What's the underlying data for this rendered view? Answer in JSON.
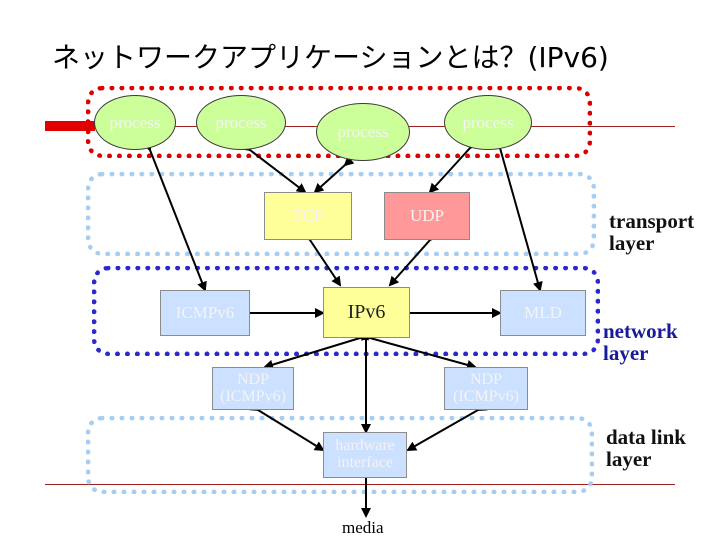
{
  "title": "ネットワークアプリケーションとは？(IPv6)",
  "processes": [
    "process",
    "process",
    "process",
    "process"
  ],
  "transport": {
    "tcp": "TCP",
    "udp": "UDP"
  },
  "network": {
    "icmpv6": "ICMPv6",
    "ipv6": "IPv6",
    "mld": "MLD"
  },
  "ndp_left": {
    "line1": "NDP",
    "line2": "(ICMPv6)"
  },
  "ndp_right": {
    "line1": "NDP",
    "line2": "(ICMPv6)"
  },
  "hardware": {
    "line1": "hardware",
    "line2": "interface"
  },
  "media": "media",
  "layers": {
    "transport": {
      "line1": "transport",
      "line2": "layer"
    },
    "network": {
      "line1": "network",
      "line2": "layer"
    },
    "datalink": {
      "line1": "data link",
      "line2": "layer"
    }
  },
  "colors": {
    "process_fill": "#ccff99",
    "tcp_fill": "#ffff99",
    "udp_fill": "#ff9999",
    "network_box_fill": "#cce0ff",
    "ipv6_fill": "#ffff99",
    "application_band": "#dd0000",
    "transport_band": "#a6cdf2",
    "network_band": "#2a2acc",
    "datalink_band": "#a6cdf2",
    "network_label": "#1a1a99"
  }
}
